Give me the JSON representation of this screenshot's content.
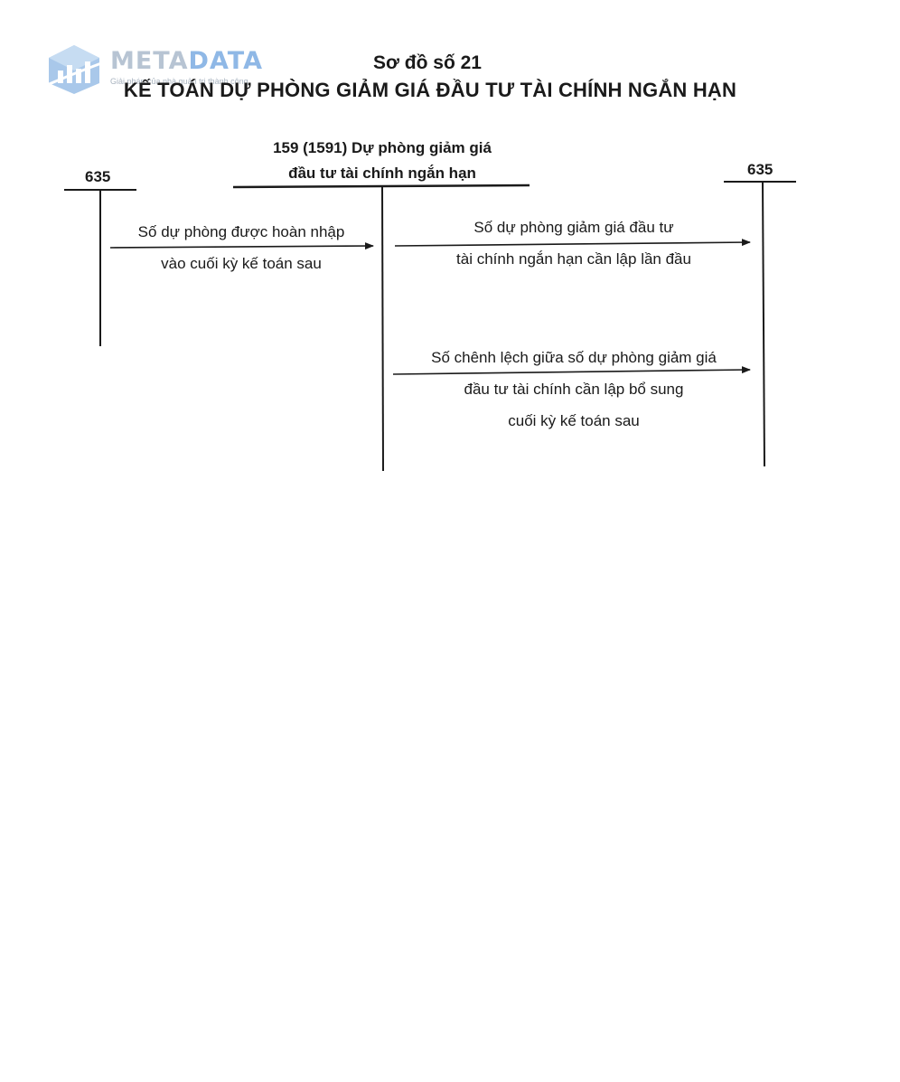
{
  "logo": {
    "word_meta": "META",
    "word_data": "DATA",
    "tagline": "Giải pháp của nhà quản trị thành công",
    "colors": {
      "meta": "#b7c4d3",
      "data": "#8fb8e6",
      "icon": "#a9c8ea"
    }
  },
  "title": "Sơ đồ số 21",
  "subtitle": "KẾ TOÁN DỰ PHÒNG GIẢM GIÁ ĐẦU TƯ TÀI CHÍNH NGẮN HẠN",
  "accounts": {
    "left": "635",
    "center": {
      "line1": "159 (1591) Dự phòng giảm giá",
      "line2": "đầu tư tài chính ngắn hạn"
    },
    "right": "635"
  },
  "entries": [
    {
      "line1": "Số dự phòng được hoàn nhập",
      "line2": "vào cuối kỳ kế toán sau"
    },
    {
      "line1": "Số dự phòng giảm giá đầu tư",
      "line2": "tài chính ngắn hạn cần lập lần đầu"
    },
    {
      "line1": "Số chênh lệch giữa số dự phòng giảm giá",
      "line2": "đầu tư tài chính cần lập bổ sung",
      "line3": "cuối kỳ kế toán sau"
    }
  ]
}
